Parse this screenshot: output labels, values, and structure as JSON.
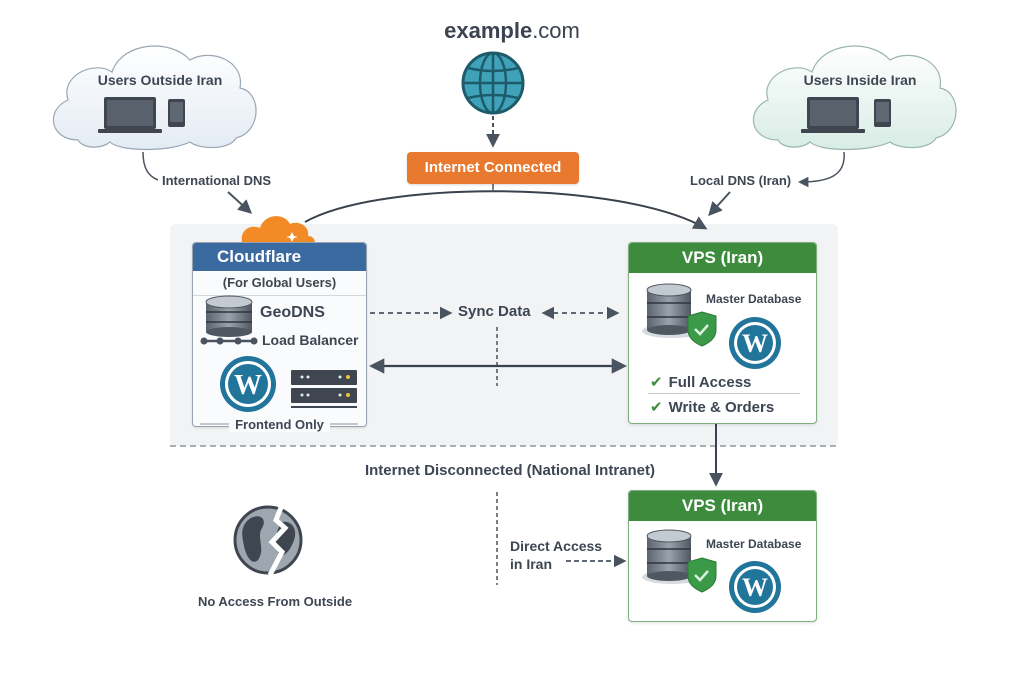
{
  "header": {
    "domain_name": "example",
    "domain_tld": ".com",
    "globe_icon": "globe-icon",
    "status_pill": "Internet Connected"
  },
  "clouds": {
    "outside": {
      "label": "Users Outside Iran",
      "devices": [
        "laptop-icon",
        "tablet-icon"
      ],
      "edge_label": "International DNS"
    },
    "inside": {
      "label": "Users Inside Iran",
      "devices": [
        "laptop-icon",
        "tablet-icon"
      ],
      "edge_label": "Local DNS (Iran)"
    }
  },
  "cloudflare": {
    "title": "Cloudflare",
    "subtitle": "(For Global Users)",
    "geodns": "GeoDNS",
    "load_balancer": "Load Balancer",
    "footer": "Frontend Only",
    "icons": [
      "cloudflare-logo-icon",
      "database-icon",
      "load-balancer-icon",
      "wordpress-icon",
      "server-rack-icon"
    ]
  },
  "sync": {
    "label": "Sync Data"
  },
  "vps_connected": {
    "title": "VPS (Iran)",
    "db_label": "Master Database",
    "features": [
      "Full Access",
      "Write & Orders"
    ]
  },
  "divider": {
    "label": "Internet Disconnected (National Intranet)"
  },
  "vps_disconnected": {
    "title": "VPS (Iran)",
    "db_label": "Master Database"
  },
  "outside_block": {
    "label": "No Access From Outside",
    "icon": "broken-globe-icon"
  },
  "direct_access": {
    "line1": "Direct Access",
    "line2": "in Iran"
  },
  "colors": {
    "orange": "#e8792f",
    "cloudflare_blue": "#3b6aa0",
    "vps_green": "#3d8c3d",
    "wordpress_blue": "#21759b",
    "text_dark": "#3d4652"
  }
}
